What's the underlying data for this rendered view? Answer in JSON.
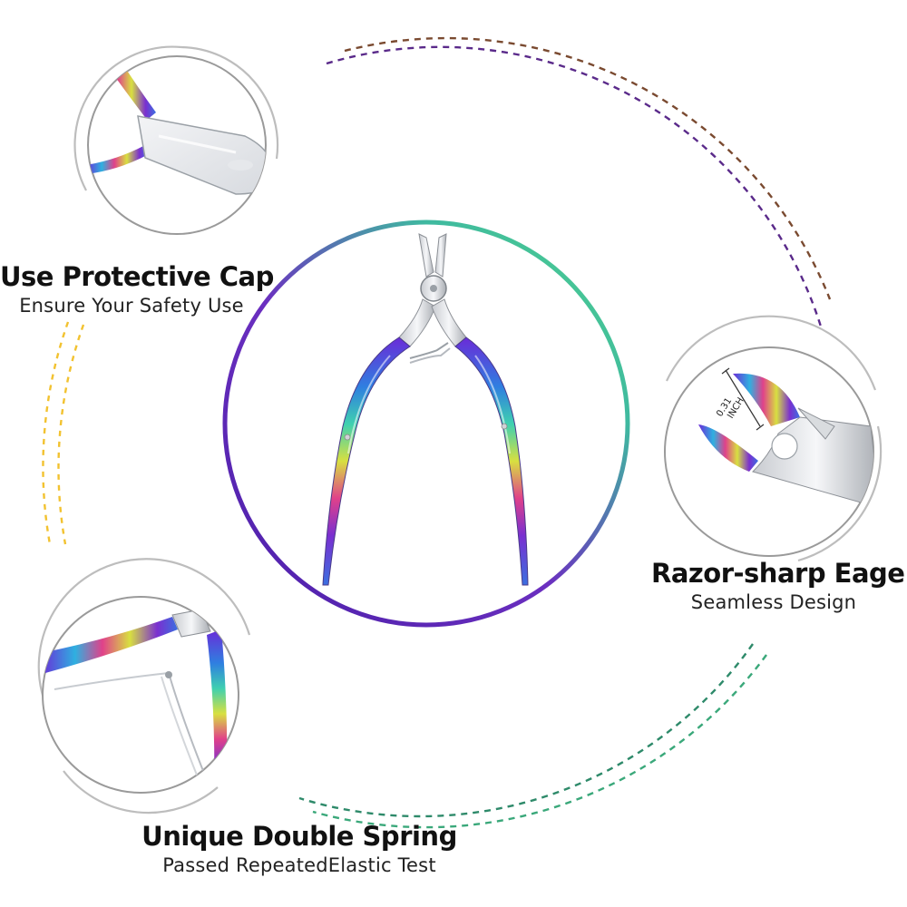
{
  "features": [
    {
      "id": "protective",
      "title": "Use Protective Cap",
      "subtitle": "Ensure Your Safety Use"
    },
    {
      "id": "razor",
      "title": "Razor-sharp Eage",
      "subtitle": "Seamless Design"
    },
    {
      "id": "spring",
      "title": "Unique Double Spring",
      "subtitle": "Passed RepeatedElastic Test"
    }
  ],
  "measurement": {
    "value": "0.31",
    "unit": "INCH"
  },
  "icons": [
    "cuticle-nipper-icon",
    "protective-cap-icon",
    "cutting-edge-icon",
    "double-spring-icon"
  ],
  "colors": {
    "accent_purple": "#5b2bb5",
    "accent_green": "#3cc88a",
    "dash_yellow": "#f2c230",
    "dash_brown": "#6b3a3a",
    "dash_green": "#2e8a6a",
    "ring_gray": "#bdbdbd"
  }
}
